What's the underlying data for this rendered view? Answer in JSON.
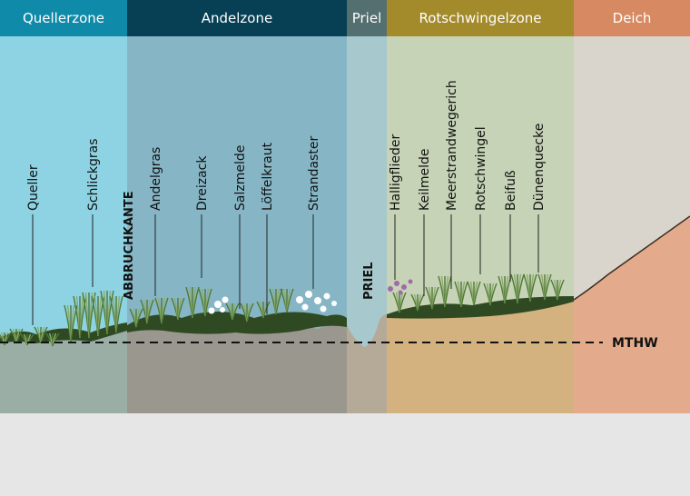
{
  "zones": [
    {
      "id": "quellerzone",
      "label": "Quellerzone",
      "header_color": "#0f8aa8",
      "bg_color": "#8dd3e3"
    },
    {
      "id": "andelzone",
      "label": "Andelzone",
      "header_color": "#073f55",
      "bg_color": "#86b6c6"
    },
    {
      "id": "priel",
      "label": "Priel",
      "header_color": "#546f70",
      "bg_color": "#a7c8cc"
    },
    {
      "id": "rotschwingelzone",
      "label": "Rotschwingelzone",
      "header_color": "#a38a2b",
      "bg_color": "#c6d3b6"
    },
    {
      "id": "deich",
      "label": "Deich",
      "header_color": "#d78a61",
      "bg_color": "#d9d5cd"
    }
  ],
  "plants": [
    {
      "id": "queller",
      "label": "Queller"
    },
    {
      "id": "schlickgras",
      "label": "Schlickgras"
    },
    {
      "id": "andelgras",
      "label": "Andelgras"
    },
    {
      "id": "dreizack",
      "label": "Dreizack"
    },
    {
      "id": "salzmelde",
      "label": "Salzmelde"
    },
    {
      "id": "loeffelkraut",
      "label": "Löffelkraut"
    },
    {
      "id": "strandaster",
      "label": "Strandaster"
    },
    {
      "id": "halligflieder",
      "label": "Halligflieder"
    },
    {
      "id": "keilmelde",
      "label": "Keilmelde"
    },
    {
      "id": "meerstrandwegerich",
      "label": "Meerstrandwegerich"
    },
    {
      "id": "rotschwingel",
      "label": "Rotschwingel"
    },
    {
      "id": "beifuss",
      "label": "Beifuß"
    },
    {
      "id": "duenenquecke",
      "label": "Dünenquecke"
    }
  ],
  "markers": {
    "abbruchkante": "ABBRUCHKANTE",
    "priel": "PRIEL",
    "mthw": "MTHW"
  },
  "colors": {
    "soil_quellerzone": "#9aaea6",
    "soil_andelzone": "#9a978f",
    "soil_priel": "#b5a998",
    "soil_rotschwingelzone": "#d3b27f",
    "soil_deich": "#e3ab8c",
    "dike_slope": "#e3ab8c",
    "vegetation_dark": "#2f4a22",
    "vegetation_mid": "#4f7a35",
    "vegetation_light": "#8eab6f"
  }
}
